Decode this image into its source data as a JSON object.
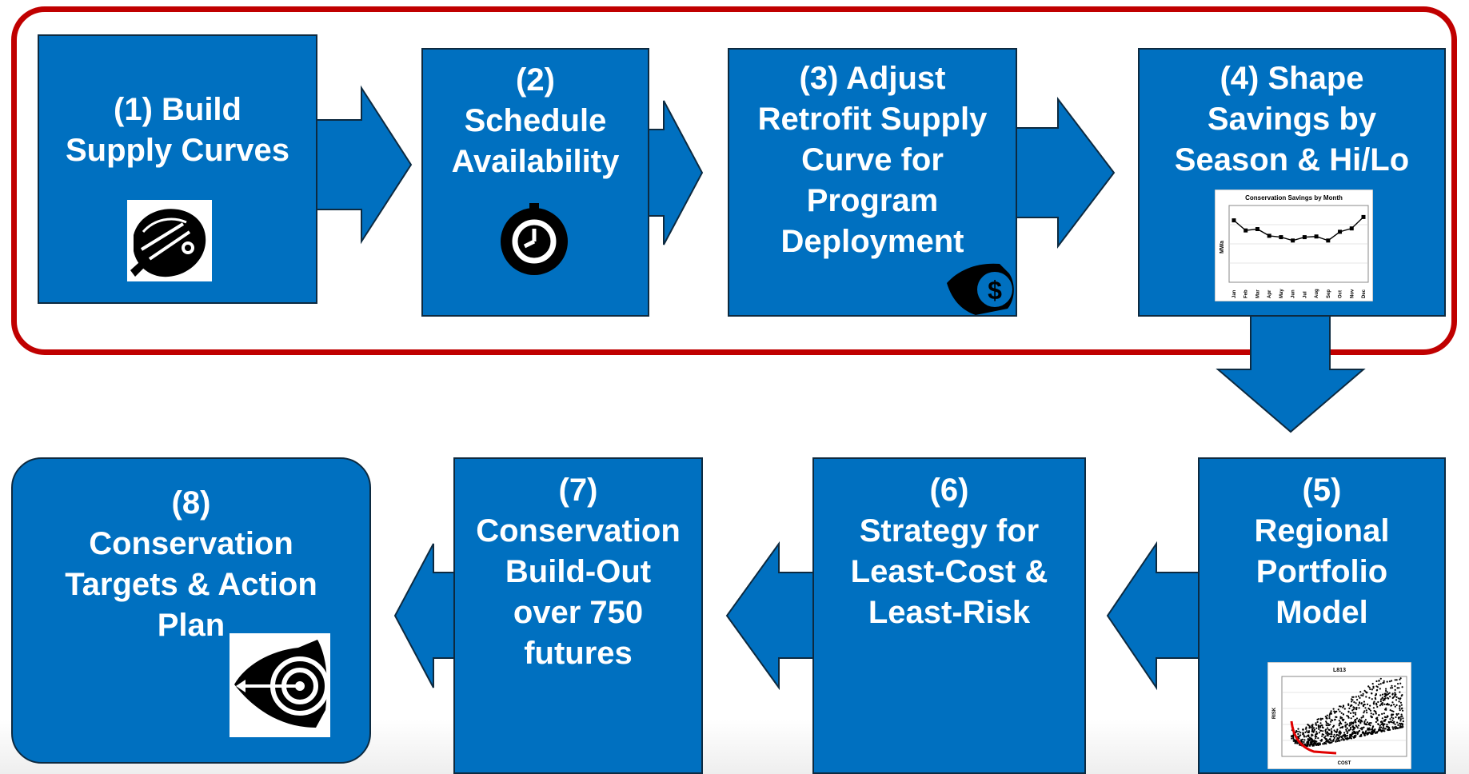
{
  "steps": [
    {
      "label": "(1) Build Supply Curves",
      "icon": "hand-writing-icon"
    },
    {
      "label": "(2) Schedule Availability",
      "icon": "stopwatch-icon"
    },
    {
      "label": "(3) Adjust Retrofit Supply Curve for Program Deployment",
      "icon": "money-bag-icon"
    },
    {
      "label": "(4) Shape Savings by Season & Hi/Lo",
      "icon": "line-chart-icon"
    },
    {
      "label": "(5) Regional Portfolio Model",
      "icon": "scatter-chart-icon"
    },
    {
      "label": "(6) Strategy for Least-Cost & Least-Risk"
    },
    {
      "label": "(7) Conservation Build-Out over 750 futures"
    },
    {
      "label": "(8) Conservation Targets & Action Plan",
      "icon": "target-icon"
    }
  ],
  "step_lines": {
    "s1": [
      "(1) Build",
      "Supply Curves"
    ],
    "s2": [
      "(2)",
      "Schedule",
      "Availability"
    ],
    "s3": [
      "(3) Adjust",
      "Retrofit Supply",
      "Curve for",
      "Program",
      "Deployment"
    ],
    "s4": [
      "(4) Shape",
      "Savings by",
      "Season & Hi/Lo"
    ],
    "s5": [
      "(5)",
      "Regional",
      "Portfolio",
      "Model"
    ],
    "s6": [
      "(6)",
      "Strategy for",
      "Least-Cost &",
      "Least-Risk"
    ],
    "s7": [
      "(7)",
      "Conservation",
      "Build-Out",
      "over 750",
      "futures"
    ],
    "s8": [
      "(8)",
      "Conservation",
      "Targets & Action",
      "Plan"
    ]
  },
  "thumb_monthly": {
    "title": "Conservation Savings by Month",
    "ylabel": "MWa",
    "months": [
      "Jan",
      "Feb",
      "Mar",
      "Apr",
      "May",
      "Jun",
      "Jul",
      "Aug",
      "Sep",
      "Oct",
      "Nov",
      "Dec"
    ]
  },
  "thumb_scatter": {
    "title": "L813",
    "xlabel": "COST",
    "ylabel": "RISK"
  },
  "colors": {
    "box_fill": "#0070c0",
    "box_border": "#0d2a40",
    "frame": "#c00000",
    "text": "#ffffff",
    "efficient_frontier": "#e00000"
  },
  "chart_data": [
    {
      "type": "line",
      "title": "Conservation Savings by Month",
      "ylabel": "MWa",
      "xlabel": "",
      "categories": [
        "Jan",
        "Feb",
        "Mar",
        "Apr",
        "May",
        "Jun",
        "Jul",
        "Aug",
        "Sep",
        "Oct",
        "Nov",
        "Dec"
      ],
      "values": [
        0.85,
        0.7,
        0.72,
        0.62,
        0.6,
        0.55,
        0.6,
        0.61,
        0.55,
        0.68,
        0.73,
        0.9
      ],
      "grid": true
    },
    {
      "type": "scatter",
      "title": "L813",
      "xlabel": "COST",
      "ylabel": "RISK",
      "grid": true
    }
  ]
}
